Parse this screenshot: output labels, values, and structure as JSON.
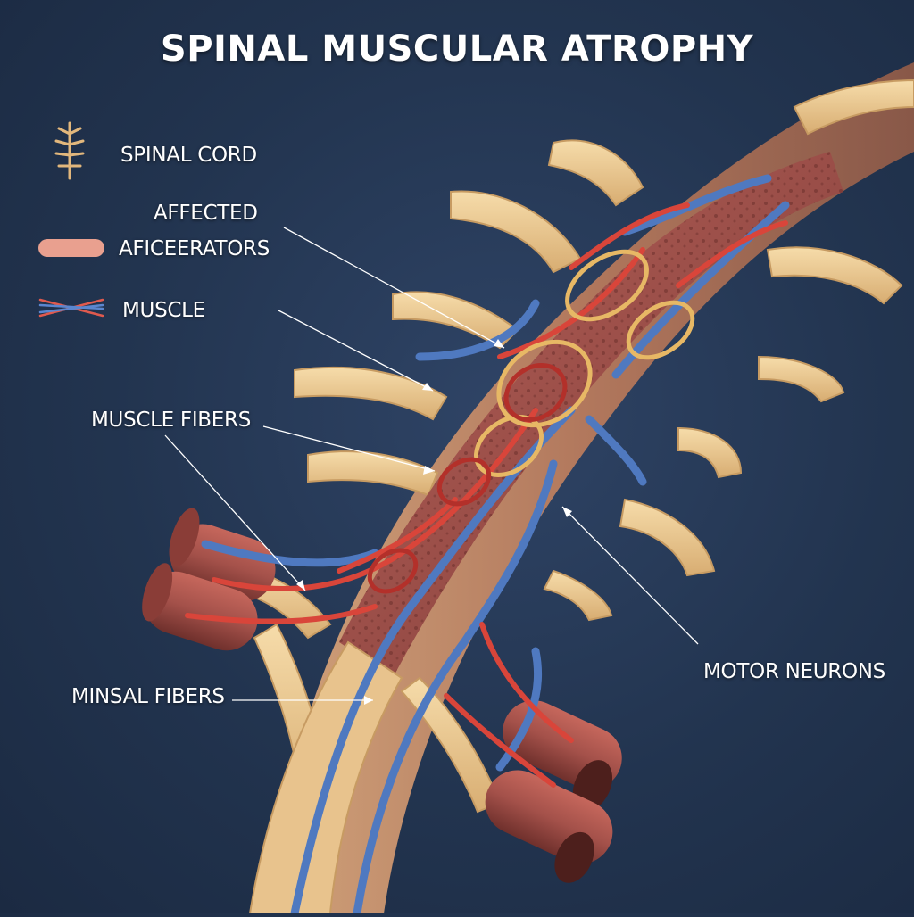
{
  "title": "SPINAL MUSCULAR ATROPHY",
  "legend": {
    "spinal_cord": {
      "label": "SPINAL CORD",
      "icon": "spinal-cord-icon"
    },
    "afferent": {
      "label": "AFFECTED",
      "label2": "AFICEERATORS",
      "icon": "fiber-segment-icon"
    },
    "muscle": {
      "label": "MUSCLE",
      "icon": "muscle-fibers-icon"
    }
  },
  "callouts": {
    "muscle_fibers": "MUSCLE FIBERS",
    "motor_neurons": "MOTOR NEURONS",
    "minsal_fibers": "MINSAL FIBERS"
  },
  "colors": {
    "background": "#22344f",
    "nerve": "#ecc98f",
    "muscle": "#a4514a",
    "artery": "#d9453a",
    "vein": "#4f79c0",
    "text": "#ffffff"
  }
}
